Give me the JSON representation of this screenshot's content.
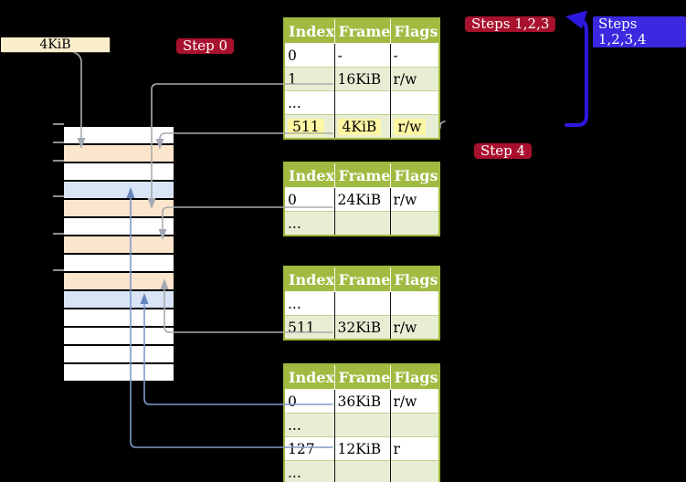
{
  "labels": {
    "frame_size": "4KiB",
    "step0": "Step 0",
    "steps123": "Steps 1,2,3",
    "steps1234": "Steps 1,2,3,4",
    "step4": "Step 4"
  },
  "colors": {
    "background": "#000000",
    "table_header_bg": "#a1bb42",
    "table_shaded_row_bg": "#e8eed4",
    "highlight_yellow": "#fdf6a3",
    "strip_white": "#ffffff",
    "strip_orange": "#fce5cd",
    "strip_blue": "#d9e5f6",
    "step_label_bg": "#a8112e",
    "blue_label_bg": "#3b28e0",
    "gray_connector": "#ababab",
    "blue_connector": "#7e99c9",
    "tlb_arrow_blue": "#2c17de"
  },
  "page_tables": [
    {
      "name": "page-table-1",
      "headers": [
        "Index",
        "Frame",
        "Flags"
      ],
      "rows": [
        {
          "index": "0",
          "frame": "-",
          "flags": "-",
          "shaded": false,
          "highlighted": false
        },
        {
          "index": "1",
          "frame": "16KiB",
          "flags": "r/w",
          "shaded": true,
          "highlighted": false
        },
        {
          "index": "...",
          "frame": "",
          "flags": "",
          "shaded": false,
          "highlighted": false
        },
        {
          "index": "511",
          "frame": "4KiB",
          "flags": "r/w",
          "shaded": true,
          "highlighted": true
        }
      ]
    },
    {
      "name": "page-table-2",
      "headers": [
        "Index",
        "Frame",
        "Flags"
      ],
      "rows": [
        {
          "index": "0",
          "frame": "24KiB",
          "flags": "r/w",
          "shaded": false,
          "highlighted": false
        },
        {
          "index": "...",
          "frame": "",
          "flags": "",
          "shaded": true,
          "highlighted": false
        }
      ]
    },
    {
      "name": "page-table-3",
      "headers": [
        "Index",
        "Frame",
        "Flags"
      ],
      "rows": [
        {
          "index": "...",
          "frame": "",
          "flags": "",
          "shaded": false,
          "highlighted": false
        },
        {
          "index": "511",
          "frame": "32KiB",
          "flags": "r/w",
          "shaded": true,
          "highlighted": false
        }
      ]
    },
    {
      "name": "page-table-4",
      "headers": [
        "Index",
        "Frame",
        "Flags"
      ],
      "rows": [
        {
          "index": "0",
          "frame": "36KiB",
          "flags": "r/w",
          "shaded": false,
          "highlighted": false
        },
        {
          "index": "...",
          "frame": "",
          "flags": "",
          "shaded": true,
          "highlighted": false
        },
        {
          "index": "127",
          "frame": "12KiB",
          "flags": "r",
          "shaded": false,
          "highlighted": false
        },
        {
          "index": "...",
          "frame": "",
          "flags": "",
          "shaded": true,
          "highlighted": false
        }
      ]
    }
  ],
  "memory_strip": {
    "rows": [
      "white",
      "orange",
      "white",
      "blue",
      "orange",
      "white",
      "orange",
      "white",
      "orange",
      "blue",
      "white",
      "white",
      "white",
      "white"
    ],
    "tick_marks_y": [
      136,
      156,
      176,
      215,
      256,
      296
    ]
  }
}
